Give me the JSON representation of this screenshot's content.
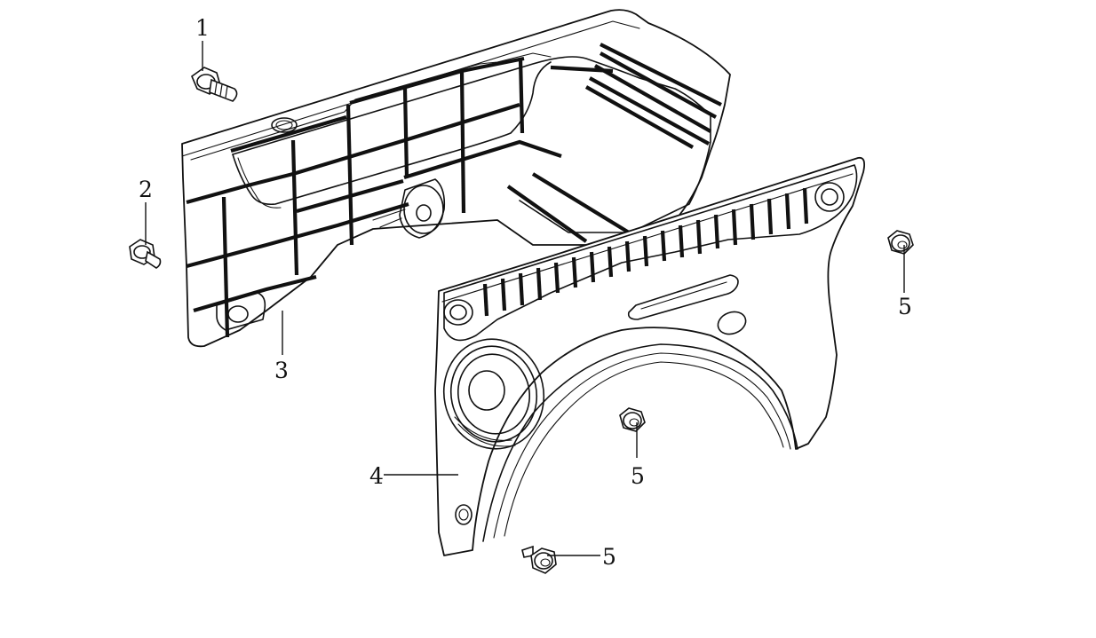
{
  "diagram": {
    "callouts": [
      {
        "id": "c1",
        "text": "1"
      },
      {
        "id": "c2",
        "text": "2"
      },
      {
        "id": "c3",
        "text": "3"
      },
      {
        "id": "c4",
        "text": "4"
      },
      {
        "id": "c5a",
        "text": "5"
      },
      {
        "id": "c5b",
        "text": "5"
      },
      {
        "id": "c5c",
        "text": "5"
      }
    ]
  }
}
